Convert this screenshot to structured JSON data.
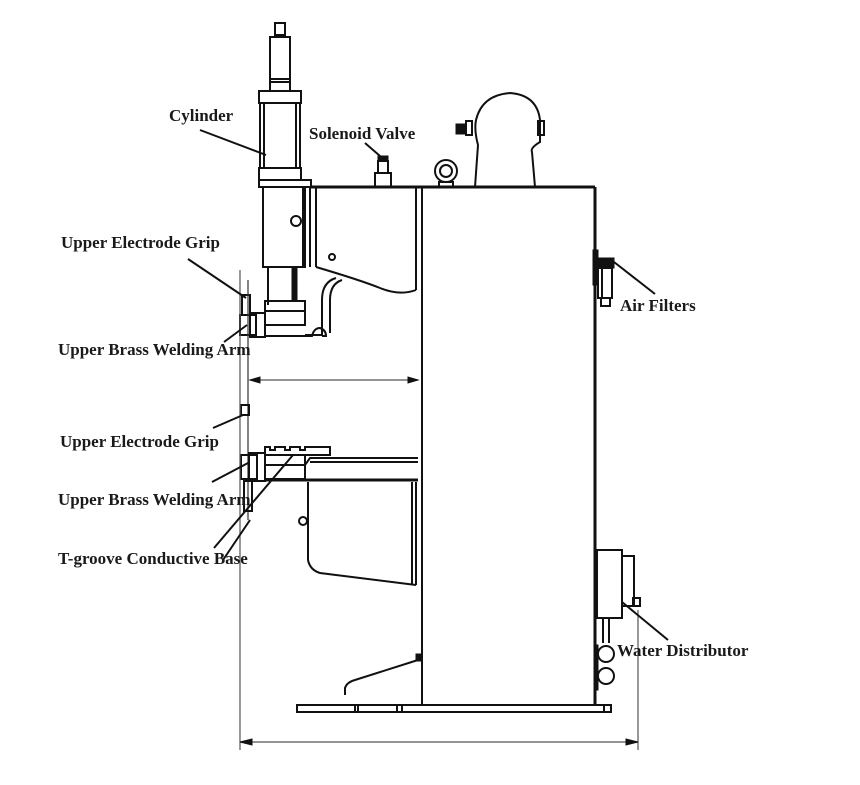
{
  "diagram": {
    "title": "Spot welding machine side view",
    "labels": {
      "cylinder": "Cylinder",
      "solenoid_valve": "Solenoid Valve",
      "upper_electrode_grip_top": "Upper Electrode Grip",
      "upper_brass_welding_arm_top": "Upper Brass Welding Arm",
      "upper_electrode_grip_bottom": "Upper Electrode Grip",
      "upper_brass_welding_arm_bottom": "Upper Brass Welding Arm",
      "t_groove_conductive_base": "T-groove Conductive Base",
      "air_filters": "Air Filters",
      "water_distributor": "Water Distributor"
    },
    "colors": {
      "line": "#111111",
      "label_text": "#1a1a1a",
      "dimension_line": "#555555",
      "background": "#ffffff"
    }
  }
}
